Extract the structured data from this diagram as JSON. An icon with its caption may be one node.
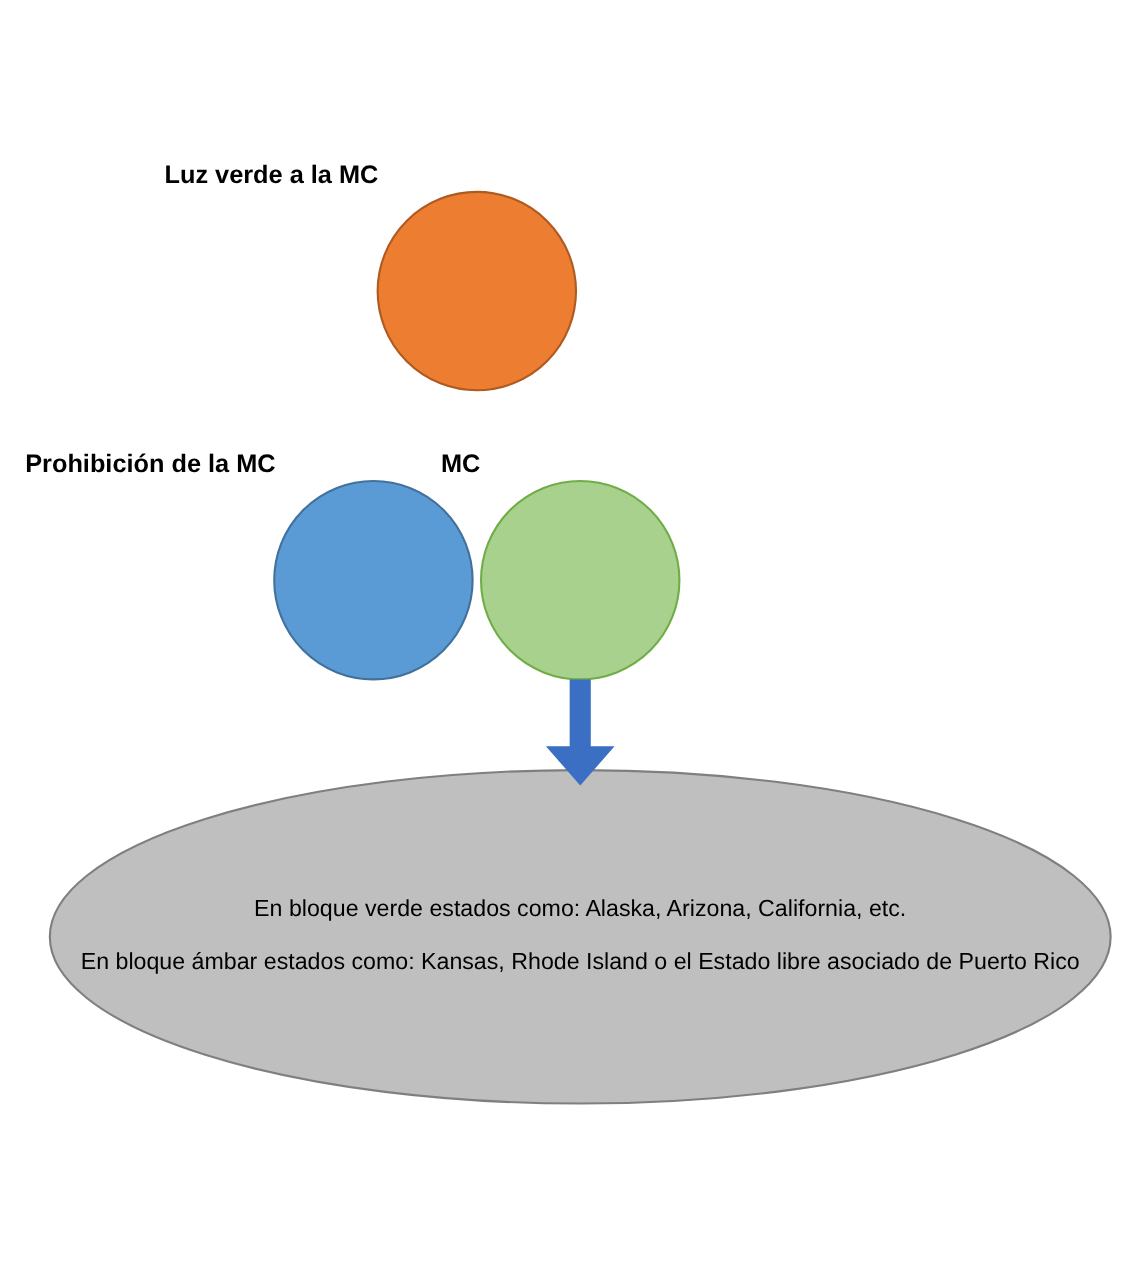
{
  "diagram": {
    "nodes": [
      {
        "text": [
          "Luz verde a la MC"
        ]
      },
      {
        "text": [
          "Prohibición de la MC"
        ]
      },
      {
        "text": [
          "MC"
        ]
      },
      {
        "text": [
          "En bloque verde estados como: Alaska, Arizona, California, etc.",
          "En bloque ámbar estados como: Kansas, Rhode Island o el Estado libre asociado de Puerto Rico"
        ]
      }
    ],
    "edges": [
      {
        "from": 2,
        "to": 3,
        "arrow": "to"
      }
    ]
  }
}
